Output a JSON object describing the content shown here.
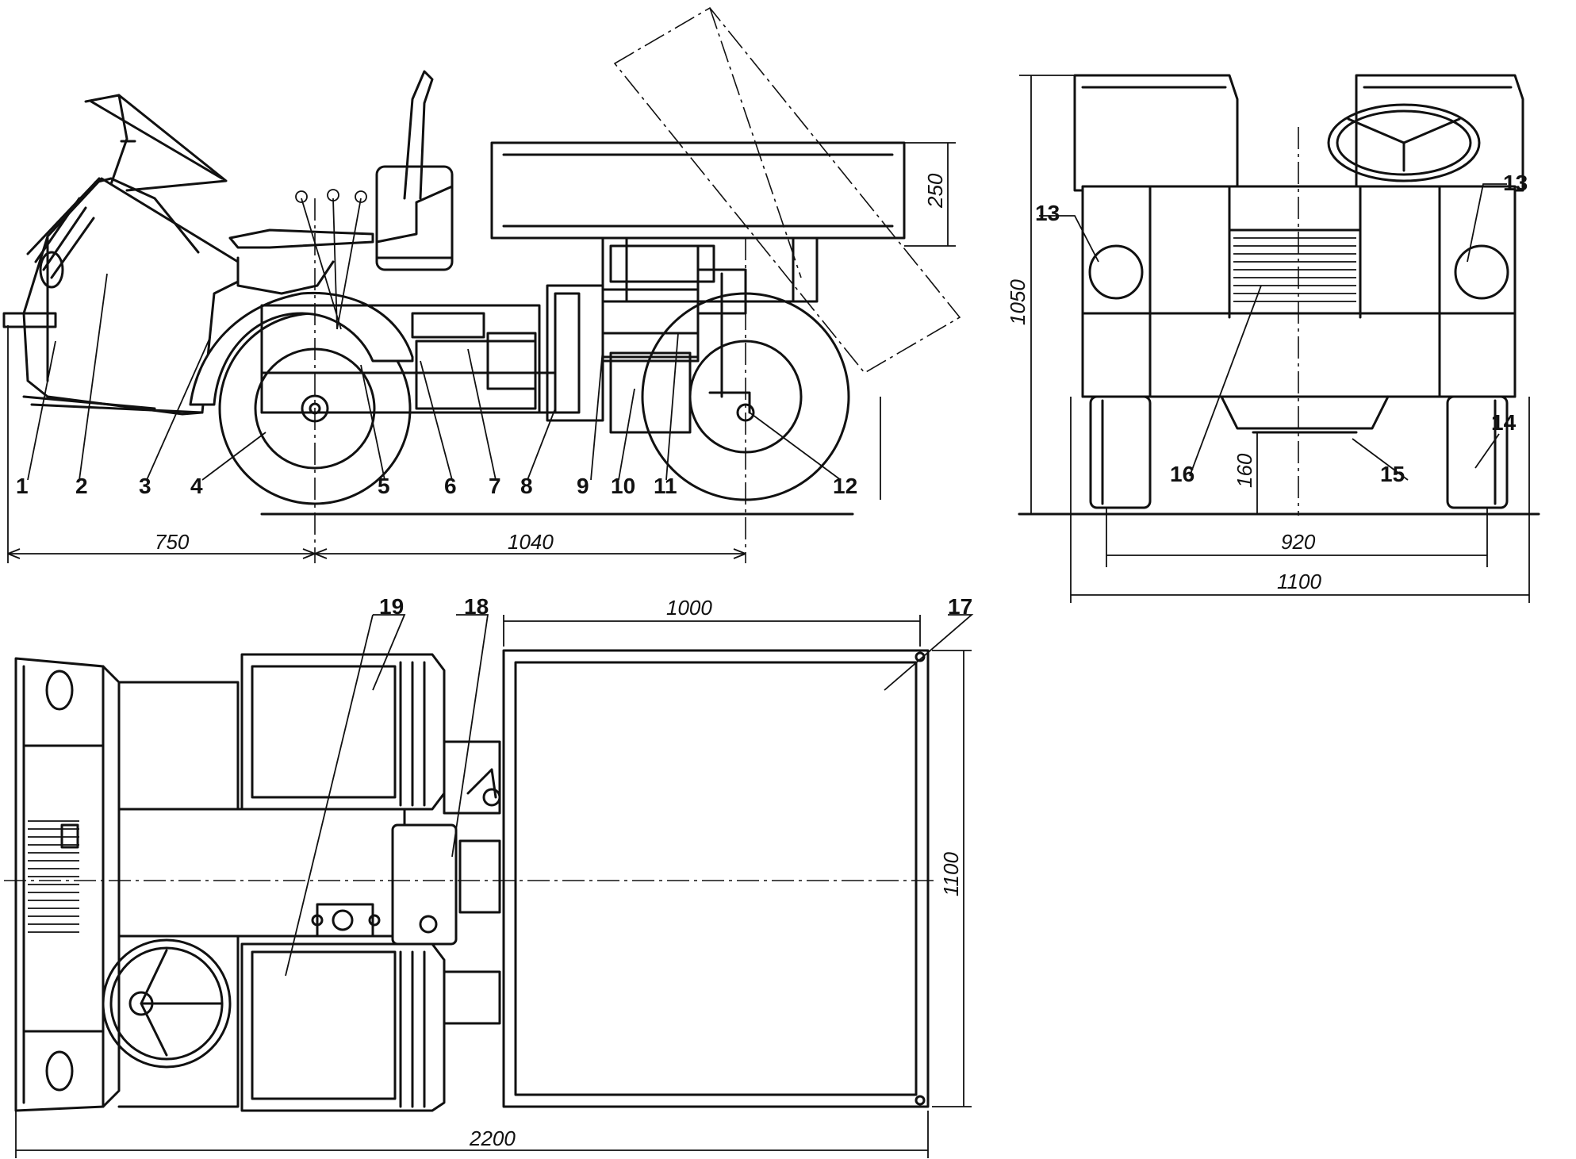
{
  "callouts": [
    "1",
    "2",
    "3",
    "4",
    "5",
    "6",
    "7",
    "8",
    "9",
    "10",
    "11",
    "12",
    "13",
    "13",
    "14",
    "15",
    "16",
    "17",
    "18",
    "19"
  ],
  "dimensions": {
    "side_front": "750",
    "side_wheelbase": "1040",
    "side_bed_height": "250",
    "front_height": "1050",
    "front_clearance": "160",
    "front_track": "920",
    "front_width": "1100",
    "top_bed_length": "1000",
    "top_bed_width": "1100",
    "top_length": "2200"
  }
}
